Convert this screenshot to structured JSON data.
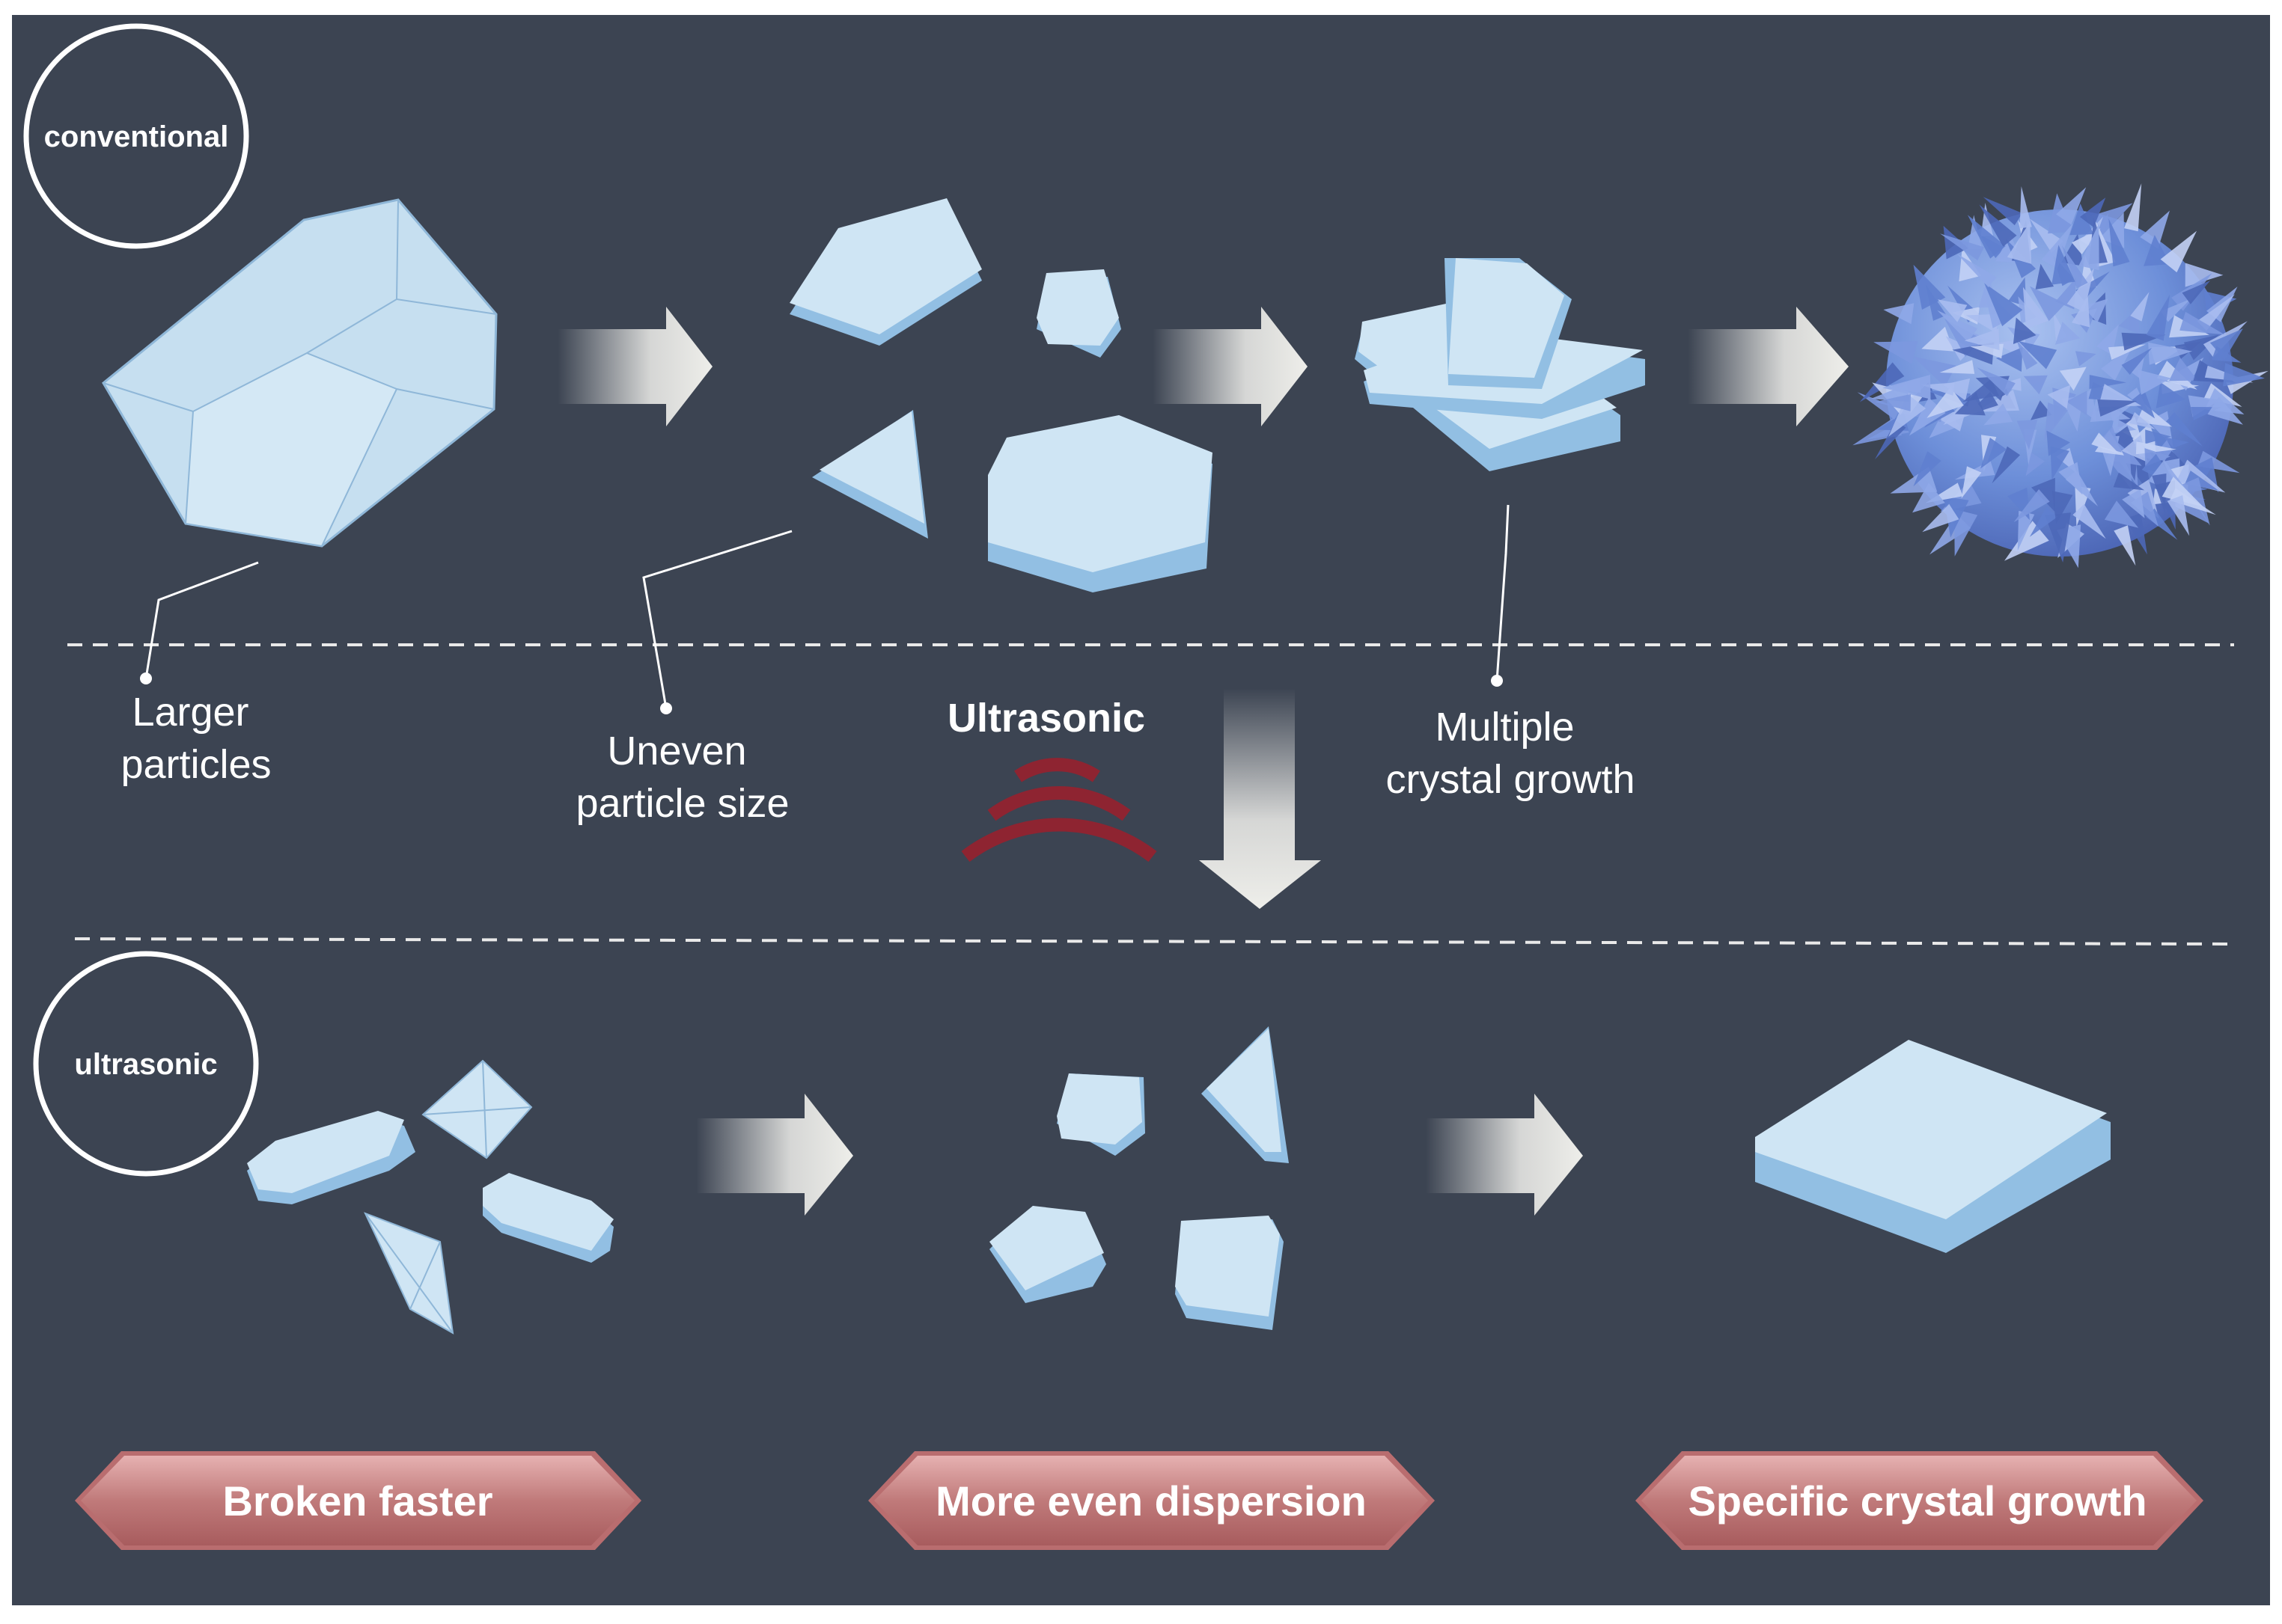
{
  "badges": {
    "top": "conventional",
    "bottom": "ultrasonic"
  },
  "labels": {
    "larger_particles": [
      "Larger",
      "particles"
    ],
    "uneven_particle_size": [
      "Uneven",
      "particle size"
    ],
    "ultrasonic_title": "Ultrasonic",
    "multiple_crystal_growth": [
      "Multiple",
      "crystal growth"
    ]
  },
  "banners": [
    "Broken faster",
    "More even dispersion",
    "Specific crystal growth"
  ],
  "colors": {
    "background": "#3c4452",
    "crystal_top": "#cfe5f4",
    "crystal_side": "#92bfe3",
    "crystal_edge": "#7fb3dc",
    "sphere": "#6d8fd9",
    "wave": "#8e2431",
    "banner": "#c07a7a",
    "arrow": "#e7e7e4"
  },
  "icons": [
    "sound-wave-icon",
    "process-arrow",
    "down-arrow"
  ]
}
